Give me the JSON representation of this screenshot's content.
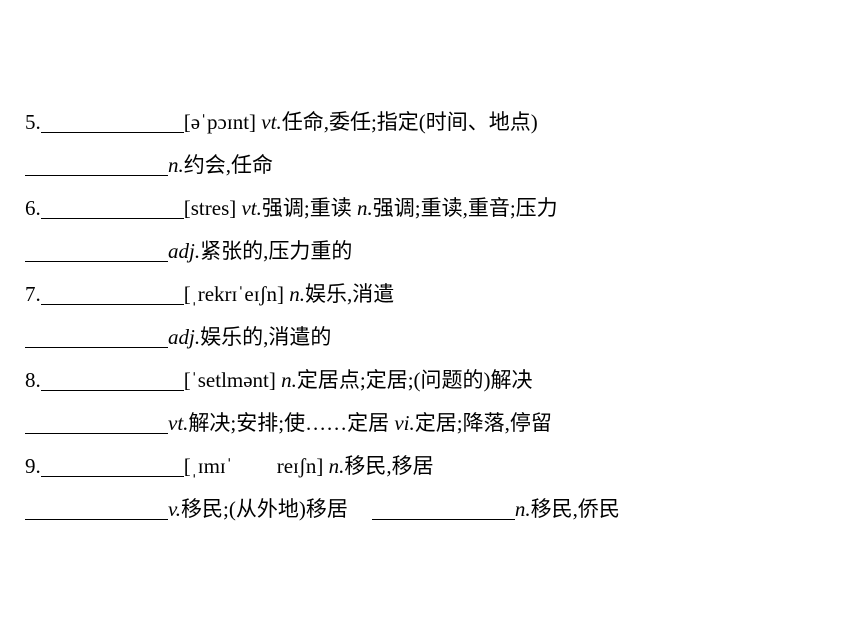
{
  "items": [
    {
      "number": "5.",
      "phonetic": "[əˈpɔɪnt]",
      "pos": "vt.",
      "meaning": "任命,委任;指定(时间、地点)",
      "derived": {
        "pos": "n.",
        "meaning": "约会,任命"
      }
    },
    {
      "number": "6.",
      "phonetic": "[stres]",
      "pos": "vt.",
      "meaning": "强调;重读",
      "pos2": "n.",
      "meaning2": "强调;重读,重音;压力",
      "derived": {
        "pos": "adj.",
        "meaning": "紧张的,压力重的"
      }
    },
    {
      "number": "7.",
      "phonetic": "[ˌrekrɪˈeɪʃn]",
      "pos": "n.",
      "meaning": "娱乐,消遣",
      "derived": {
        "pos": "adj.",
        "meaning": "娱乐的,消遣的"
      }
    },
    {
      "number": "8.",
      "phonetic": "[ˈsetlmənt]",
      "pos": "n.",
      "meaning": "定居点;定居;(问题的)解决",
      "derived": {
        "pos": "vt.",
        "meaning": "解决;安排;使……定居",
        "pos2": "vi.",
        "meaning2": "定居;降落,停留"
      }
    },
    {
      "number": "9.",
      "phonetic_part1": "[ˌɪmɪˈ",
      "phonetic_part2": "reɪʃn]",
      "pos": "n.",
      "meaning": "移民,移居",
      "derived": {
        "pos": "v.",
        "meaning": "移民;(从外地)移居",
        "pos2": "n.",
        "meaning2": "移民,侨民"
      }
    }
  ]
}
